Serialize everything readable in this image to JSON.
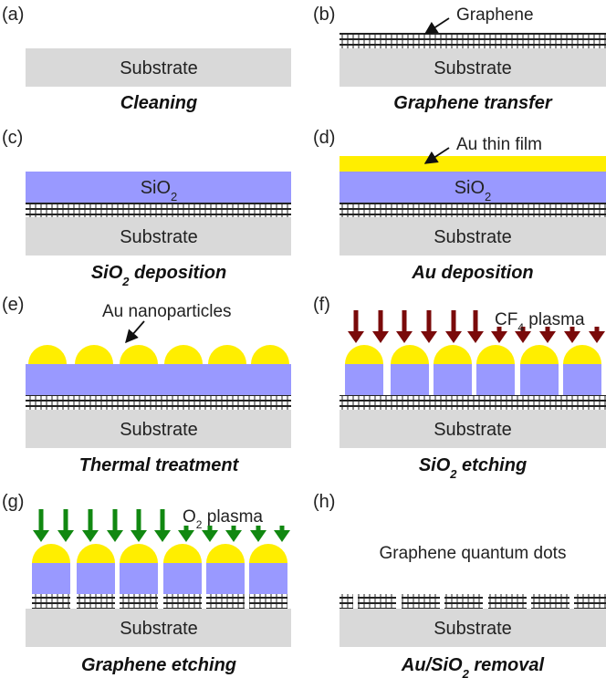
{
  "colors": {
    "substrate": "#d9d9d9",
    "sio2": "#9999ff",
    "gold": "#ffee00",
    "cf4_arrow": "#7a0a0a",
    "o2_arrow": "#118811",
    "graphene_line": "#222222"
  },
  "panels": {
    "a": {
      "label": "(a)",
      "substrate": "Substrate",
      "caption": "Cleaning"
    },
    "b": {
      "label": "(b)",
      "annotation": "Graphene",
      "substrate": "Substrate",
      "caption": "Graphene transfer"
    },
    "c": {
      "label": "(c)",
      "layer": "SiO",
      "layer_sub": "2",
      "substrate": "Substrate",
      "caption_a": "SiO",
      "caption_sub": "2",
      "caption_b": " deposition"
    },
    "d": {
      "label": "(d)",
      "annotation": "Au thin film",
      "layer": "SiO",
      "layer_sub": "2",
      "substrate": "Substrate",
      "caption": "Au deposition"
    },
    "e": {
      "label": "(e)",
      "annotation": "Au nanoparticles",
      "substrate": "Substrate",
      "caption": "Thermal treatment"
    },
    "f": {
      "label": "(f)",
      "annotation_a": "CF",
      "annotation_sub": "4",
      "annotation_b": " plasma",
      "substrate": "Substrate",
      "caption_a": "SiO",
      "caption_sub": "2",
      "caption_b": " etching"
    },
    "g": {
      "label": "(g)",
      "annotation_a": "O",
      "annotation_sub": "2",
      "annotation_b": " plasma",
      "substrate": "Substrate",
      "caption": "Graphene etching"
    },
    "h": {
      "label": "(h)",
      "annotation": "Graphene quantum dots",
      "substrate": "Substrate",
      "caption_a": "Au/SiO",
      "caption_sub": "2",
      "caption_b": " removal"
    }
  }
}
